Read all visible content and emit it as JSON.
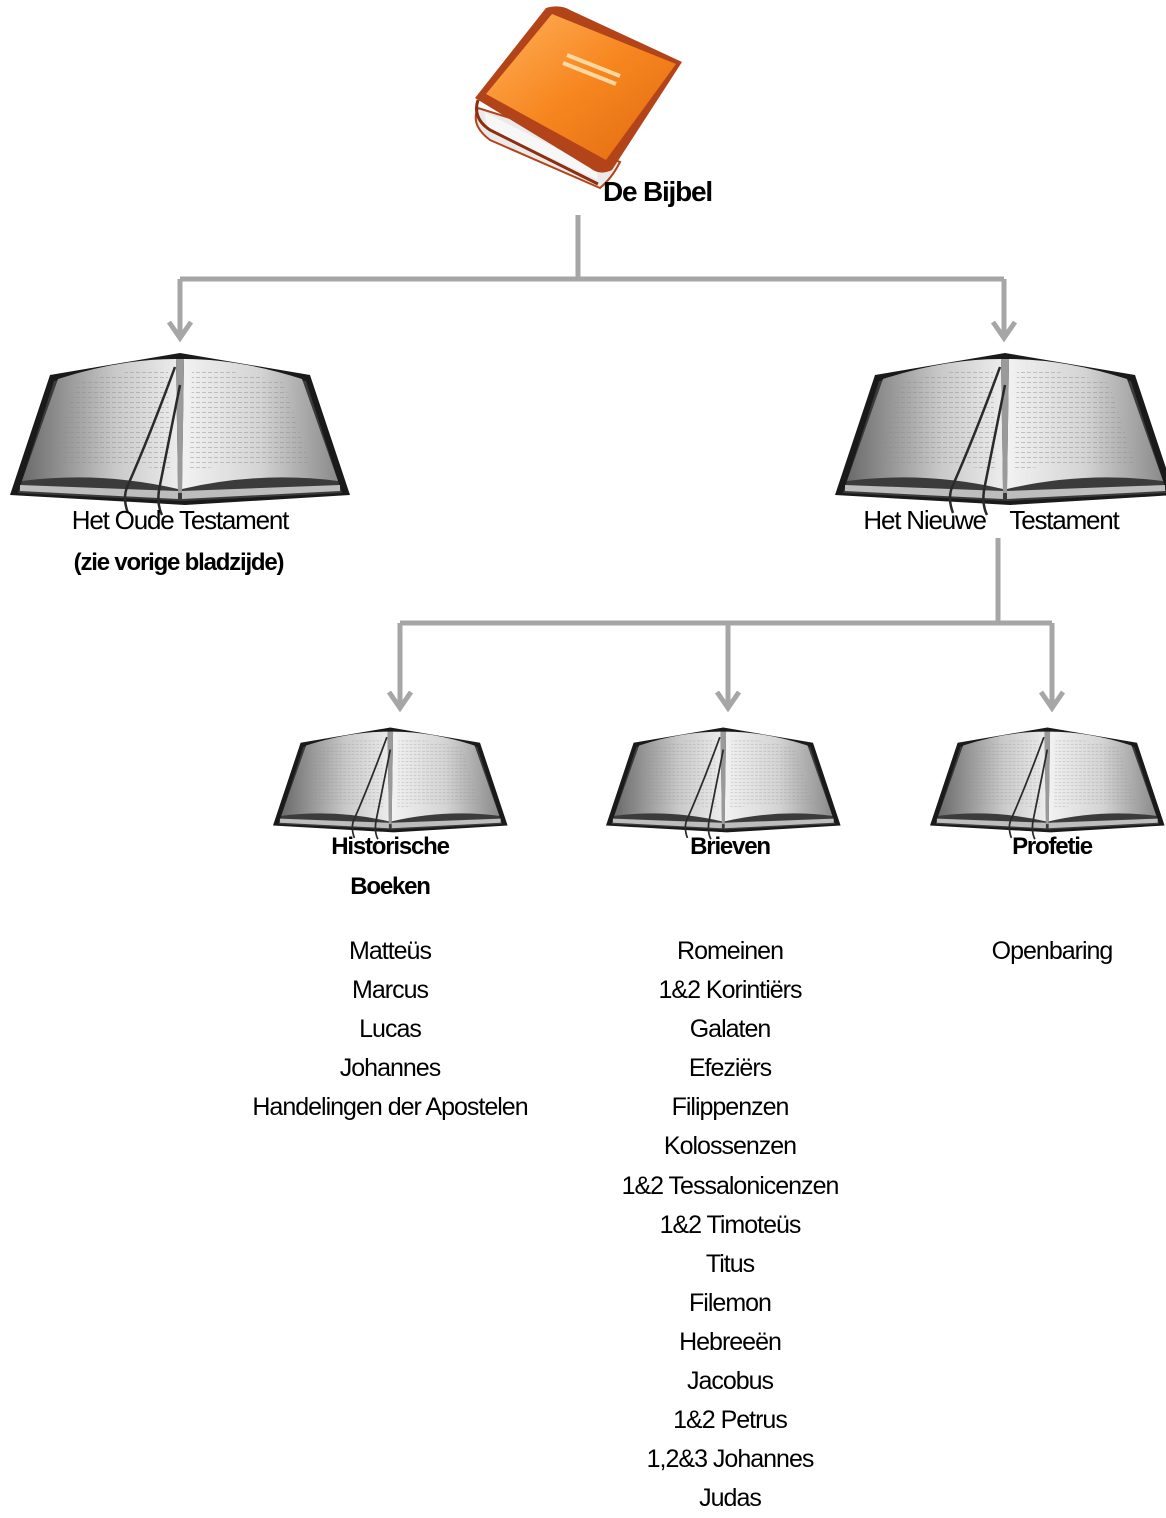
{
  "root": {
    "label": "De Bijbel"
  },
  "testaments": [
    {
      "label": "Het Oude Testament",
      "note": "(zie vorige bladzijde)"
    },
    {
      "label": "Het Nieuwe    Testament"
    }
  ],
  "sections": [
    {
      "label_lines": [
        "Historische",
        "Boeken"
      ],
      "books": [
        "Matteüs",
        "Marcus",
        "Lucas",
        "Johannes",
        "Handelingen der Apostelen"
      ]
    },
    {
      "label_lines": [
        "Brieven"
      ],
      "books": [
        "Romeinen",
        "1&2 Korintiërs",
        "Galaten",
        "Efeziërs",
        "Filippenzen",
        "Kolossenzen",
        "1&2 Tessalonicenzen",
        "1&2 Timoteüs",
        "Titus",
        "Filemon",
        "Hebreeën",
        "Jacobus",
        "1&2 Petrus",
        "1,2&3 Johannes",
        "Judas"
      ]
    },
    {
      "label_lines": [
        "Profetie"
      ],
      "books": [
        "Openbaring"
      ]
    }
  ],
  "colors": {
    "connector": "#a6a6a6",
    "closed_book": "#f58220",
    "book_spine": "#b3441a"
  }
}
